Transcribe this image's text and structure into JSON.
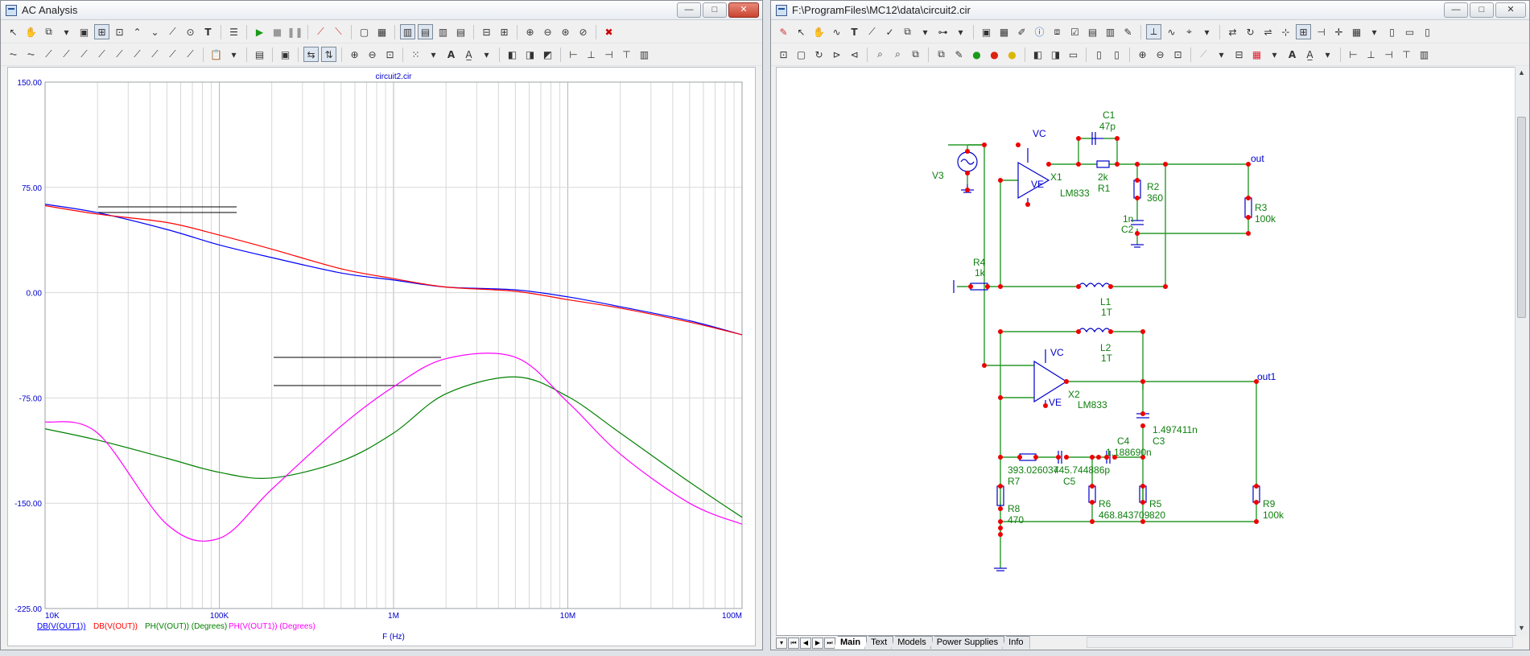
{
  "left_window": {
    "title": "AC Analysis",
    "buttons": {
      "minimize": "—",
      "maximize": "□",
      "close": "✕"
    }
  },
  "plot": {
    "title": "circuit2.cir",
    "y_ticks": [
      "150.00",
      "75.00",
      "0.00",
      "-75.00",
      "-150.00",
      "-225.00"
    ],
    "x_ticks": [
      "10K",
      "100K",
      "1M",
      "10M",
      "100M"
    ],
    "x_label": "F (Hz)",
    "legend": [
      {
        "label": "DB(V(OUT1))",
        "color": "#0000ff"
      },
      {
        "label": "DB(V(OUT))",
        "color": "#ff0000"
      },
      {
        "label": "PH(V(OUT)) (Degrees)",
        "color": "#008000"
      },
      {
        "label": "PH(V(OUT1)) (Degrees)",
        "color": "#ff00ff"
      }
    ]
  },
  "chart_data": {
    "type": "line",
    "title": "circuit2.cir",
    "xlabel": "F (Hz)",
    "ylabel": "",
    "x_scale": "log",
    "xlim": [
      10000,
      100000000
    ],
    "ylim": [
      -225,
      150
    ],
    "grid": true,
    "x": [
      10000,
      20000,
      50000,
      100000,
      200000,
      500000,
      1000000,
      2000000,
      5000000,
      10000000,
      20000000,
      50000000,
      100000000
    ],
    "series": [
      {
        "name": "DB(V(OUT1))",
        "color": "#0000ff",
        "values": [
          63,
          57,
          45,
          34,
          25,
          14,
          9,
          4,
          2,
          -3,
          -10,
          -20,
          -30
        ]
      },
      {
        "name": "DB(V(OUT))",
        "color": "#ff0000",
        "values": [
          62,
          56,
          50,
          41,
          31,
          17,
          10,
          4,
          1,
          -5,
          -11,
          -21,
          -30
        ]
      },
      {
        "name": "PH(V(OUT)) (Degrees)",
        "color": "#008000",
        "values": [
          -97,
          -105,
          -118,
          -128,
          -132,
          -120,
          -100,
          -72,
          -60,
          -74,
          -100,
          -135,
          -160
        ]
      },
      {
        "name": "PH(V(OUT1)) (Degrees)",
        "color": "#ff00ff",
        "values": [
          -92,
          -100,
          -165,
          -175,
          -140,
          -95,
          -67,
          -47,
          -46,
          -78,
          -115,
          -150,
          -165
        ]
      }
    ]
  },
  "right_window": {
    "title": "F:\\ProgramFiles\\MC12\\data\\circuit2.cir",
    "buttons": {
      "minimize": "—",
      "maximize": "□",
      "close": "✕"
    },
    "tabs": [
      "Main",
      "Text",
      "Models",
      "Power Supplies",
      "Info"
    ]
  },
  "schematic": {
    "labels": {
      "v3": "V3",
      "x1": "X1",
      "x1_model": "LM833",
      "vc1": "VC",
      "ve1": "VE",
      "c1": "C1",
      "c1_val": "47p",
      "r1": "R1",
      "r1_val": "2k",
      "out": "out",
      "r2": "R2",
      "r2_val": "360",
      "c2": "C2",
      "c2_val": "1n",
      "r3": "R3",
      "r3_val": "100k",
      "r4": "R4",
      "r4_val": "1k",
      "l1": "L1",
      "l1_val": "1T",
      "l2": "L2",
      "l2_val": "1T",
      "x2": "X2",
      "x2_model": "LM833",
      "vc2": "VC",
      "ve2": "VE",
      "out1": "out1",
      "c3": "C3",
      "c3_val": "1.497411n",
      "c4": "C4",
      "c4_val": "1.188690n",
      "r7": "R7",
      "r7_val": "393.026037",
      "c5": "C5",
      "c5_val": "445.744886p",
      "r8": "R8",
      "r8_val": "470",
      "r6": "R6",
      "r6_val": "468.843709",
      "r5": "R5",
      "r5_val": "820",
      "r9": "R9",
      "r9_val": "100k"
    }
  }
}
